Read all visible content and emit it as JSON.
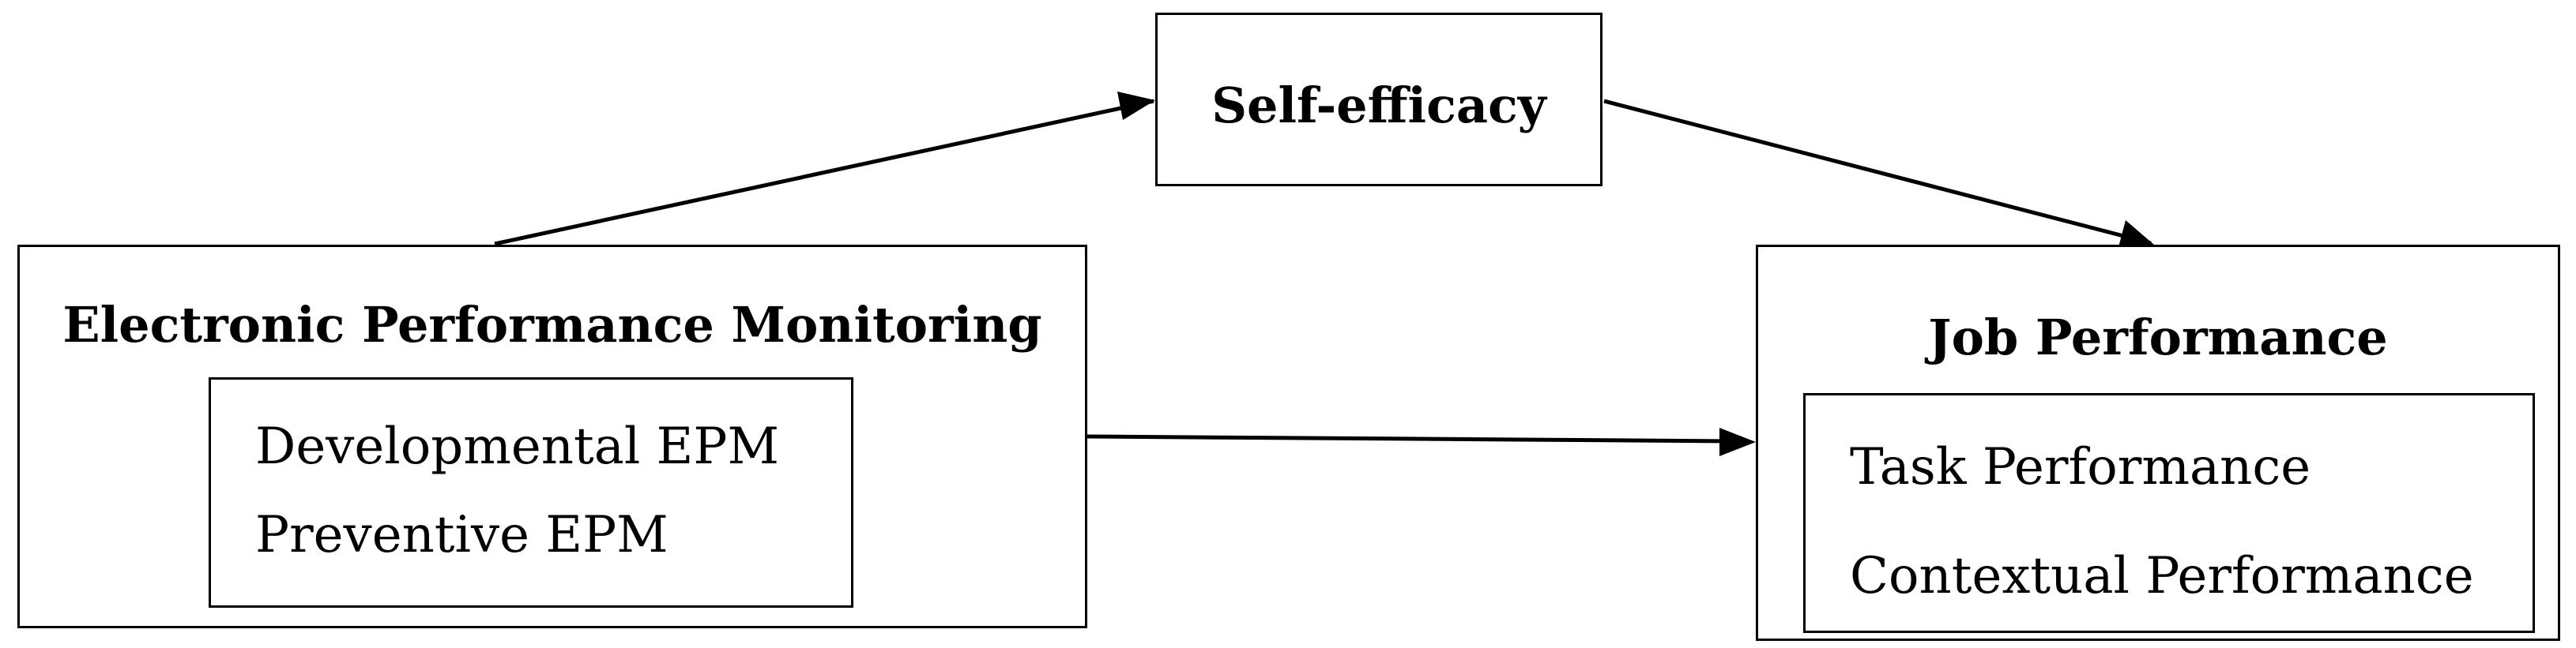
{
  "nodes": {
    "self_efficacy": {
      "label": "Self-efficacy"
    },
    "epm": {
      "label": "Electronic Performance Monitoring",
      "items": [
        "Developmental EPM",
        "Preventive EPM"
      ]
    },
    "job_performance": {
      "label": "Job Performance",
      "items": [
        "Task Performance",
        "Contextual Performance"
      ]
    }
  },
  "edges": [
    {
      "from": "Electronic Performance Monitoring",
      "to": "Self-efficacy"
    },
    {
      "from": "Self-efficacy",
      "to": "Job Performance"
    },
    {
      "from": "Electronic Performance Monitoring",
      "to": "Job Performance"
    }
  ],
  "colors": {
    "stroke": "#000000",
    "background": "#ffffff"
  }
}
